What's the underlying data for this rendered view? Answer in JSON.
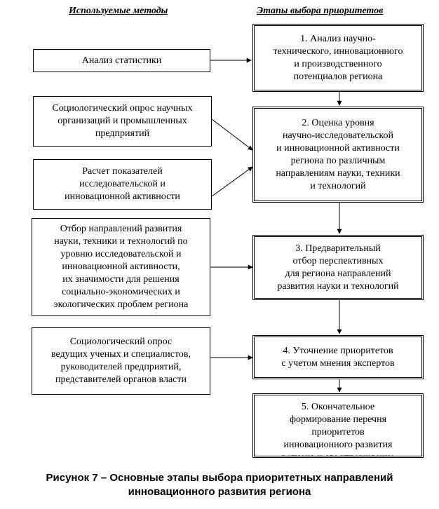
{
  "headers": {
    "methods": "Используемые методы",
    "stages": "Этапы выбора приоритетов"
  },
  "methods": [
    "Анализ статистики",
    "Социологический опрос научных\nорганизаций и промышленных\nпредприятий",
    "Расчет показателей\nисследовательской и\nинновационной активности",
    "Отбор направлений развития\nнауки, техники и технологий по\nуровню исследовательской и\nинновационной активности,\nих значимости для решения\nсоциально-экономических и\nэкологических проблем региона",
    "Социологический опрос\nведущих ученых и специалистов,\nруководителей предприятий,\nпредставителей органов власти"
  ],
  "stages": [
    "1. Анализ научно-\nтехнического, инновационного\nи производственного\nпотенциалов региона",
    "2. Оценка уровня\nнаучно-исследовательской\nи инновационной  активности\nрегиона по различным\nнаправлениям науки, техники\nи технологий",
    "3. Предварительный\nотбор перспективных\nдля региона направлений\nразвития науки и технологий",
    "4. Уточнение приоритетов\nс учетом мнения экспертов",
    "5. Окончательное\nформирование перечня\nприоритетов\nинновационного развития\nрегиона и его утверждение"
  ],
  "caption": "Рисунок 7 – Основные этапы выбора приоритетных направлений\nинновационного развития региона"
}
